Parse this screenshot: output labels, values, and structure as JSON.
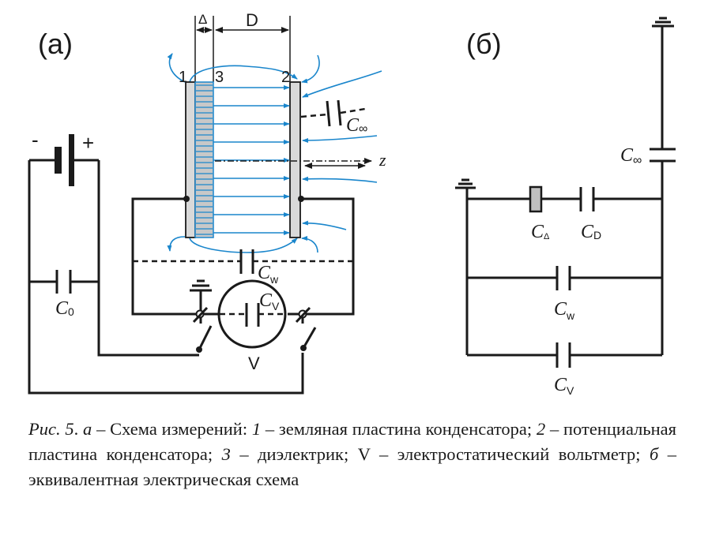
{
  "panels": {
    "a": {
      "label": "(а)",
      "battery_minus": "-",
      "battery_plus": "+",
      "delta_label": "Δ",
      "gap_label": "D",
      "plate_labels": [
        "1",
        "3",
        "2"
      ],
      "axis_label": "z",
      "capacitors": {
        "c0": {
          "symbol": "C",
          "sub": "0"
        },
        "cinf": {
          "symbol": "C",
          "sub": "∞"
        },
        "cw": {
          "symbol": "C",
          "sub": "w"
        },
        "cv": {
          "symbol": "C",
          "sub": "V"
        }
      },
      "voltmeter_label": "V"
    },
    "b": {
      "label": "(б)",
      "capacitors": {
        "cinf": {
          "symbol": "C",
          "sub": "∞"
        },
        "cdelta": {
          "symbol": "C",
          "sub": "Δ"
        },
        "cd": {
          "symbol": "C",
          "sub": "D"
        },
        "cw": {
          "symbol": "C",
          "sub": "w"
        },
        "cv": {
          "symbol": "C",
          "sub": "V"
        }
      }
    }
  },
  "colors": {
    "field_lines": "#1a86cc",
    "plate_fill": "#d9d9d9",
    "dielectric_fill": "#c8c8c8",
    "ink": "#1a1a1a"
  },
  "caption": {
    "fig": "Рис. 5",
    "sep1": ". ",
    "a_mark": "а",
    "t1": " – Схема измерений: ",
    "n1": "1",
    "t2": " – земляная пластина конденсатора; ",
    "n2": "2",
    "t3": " – потенциальная пластина конденсатора; ",
    "n3": "3",
    "t4": " – диэлектрик; V – электростатический вольтметр; ",
    "b_mark": "б",
    "t5": " – эквивалентная электрическая схема"
  }
}
